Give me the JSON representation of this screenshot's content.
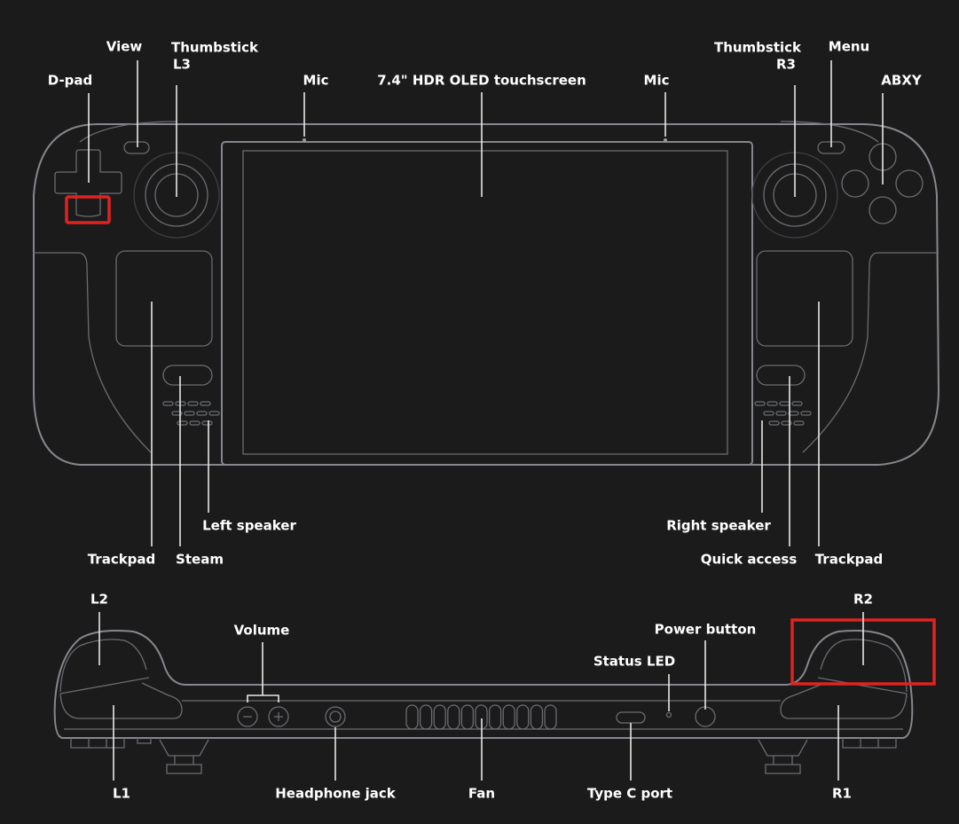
{
  "front_view": {
    "labels": {
      "dpad": "D-pad",
      "view": "View",
      "thumbstick_l3_line1": "Thumbstick",
      "thumbstick_l3_line2": "L3",
      "mic_left": "Mic",
      "screen": "7.4\" HDR OLED touchscreen",
      "mic_right": "Mic",
      "thumbstick_r3_line1": "Thumbstick",
      "thumbstick_r3_line2": "R3",
      "menu": "Menu",
      "abxy": "ABXY",
      "trackpad_left": "Trackpad",
      "steam": "Steam",
      "left_speaker": "Left speaker",
      "right_speaker": "Right speaker",
      "quick_access": "Quick access",
      "trackpad_right": "Trackpad"
    },
    "highlighted": "dpad-down"
  },
  "top_view": {
    "labels": {
      "l2": "L2",
      "r2": "R2",
      "volume": "Volume",
      "power_button": "Power button",
      "status_led": "Status LED",
      "l1": "L1",
      "headphone_jack": "Headphone jack",
      "fan": "Fan",
      "type_c_port": "Type C port",
      "r1": "R1"
    },
    "highlighted": "r2-trigger"
  },
  "colors": {
    "background": "#1b1b1c",
    "outline": "#85878c",
    "leader": "#e8e8e8",
    "highlight": "#e0231f"
  }
}
